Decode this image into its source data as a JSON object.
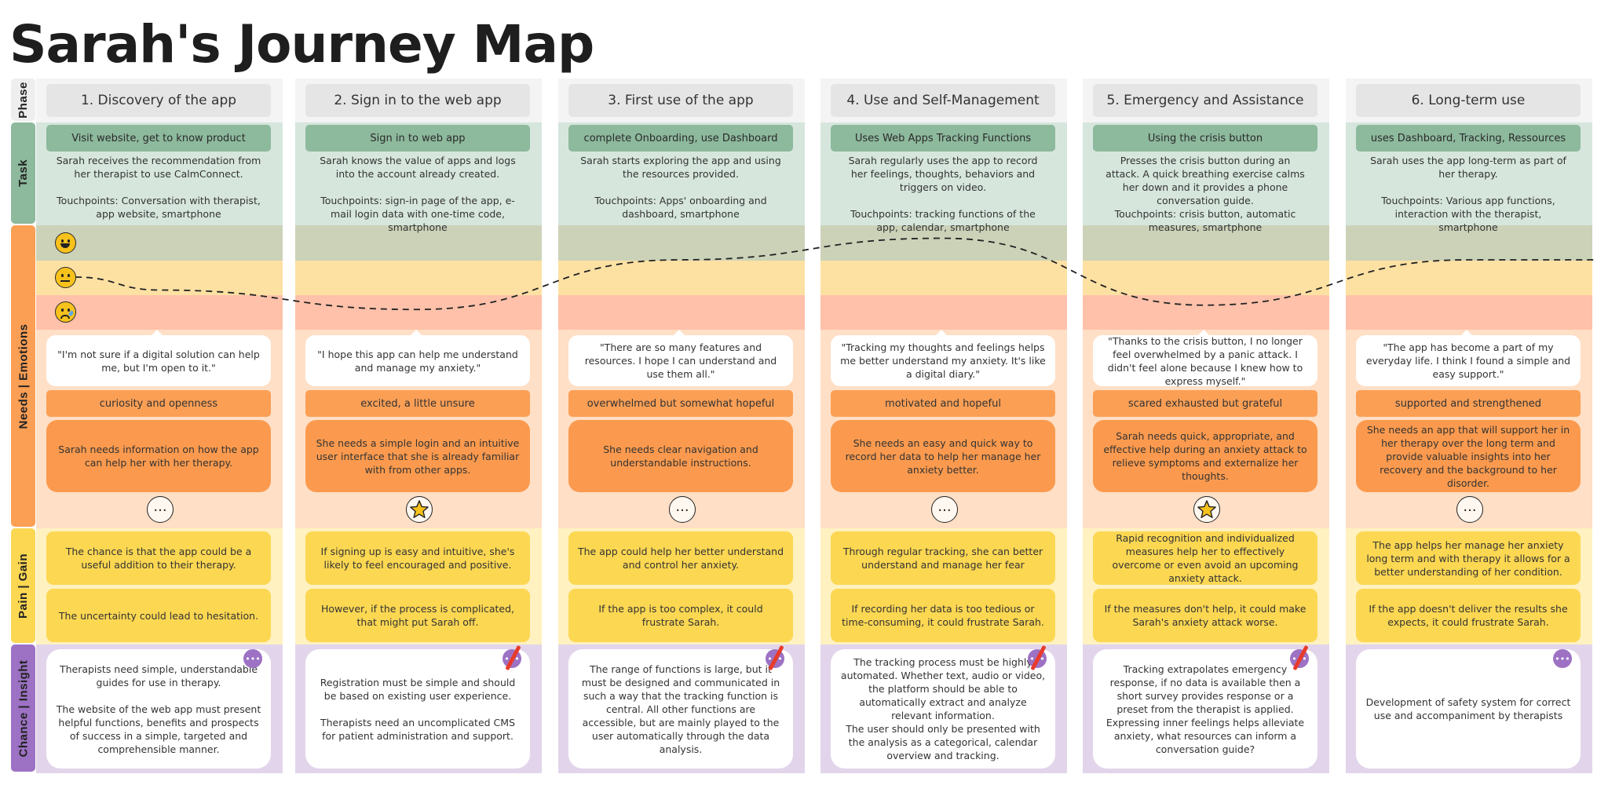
{
  "title": "Sarah's Journey Map",
  "rows": {
    "phase": "Phase",
    "task": "Task",
    "needs": "Needs | Emotions",
    "pain": "Pain | Gain",
    "chance": "Chance | Insight"
  },
  "emotion_scale": [
    "happy-emoji-icon",
    "neutral-emoji-icon",
    "sad-emoji-icon"
  ],
  "colors": {
    "task_header": "#8db99d",
    "feeling_bar": "#fb9f55",
    "needs_box": "#fb9a4e",
    "pain_gain_box": "#fcd752",
    "insight_badge": "#9d72c4",
    "strike_mark": "#e83b2b"
  },
  "emotion_levels": [
    -0.3,
    -0.75,
    0.4,
    0.9,
    -0.65,
    0.4
  ],
  "phases": [
    {
      "name": "1. Discovery of the app",
      "task": "Visit website, get to know product",
      "description": "Sarah receives the recommendation from her therapist to use CalmConnect.\n\nTouchpoints: Conversation with therapist, app website, smartphone",
      "quote": "\"I'm not sure if a digital solution can help me, but I'm open to it.\"",
      "feeling": "curiosity and openness",
      "need": "Sarah needs information on how the app can help her with her therapy.",
      "marker": "ellipsis",
      "gain": "The chance is that the app could be a useful addition to their therapy.",
      "pain": "The uncertainty could lead to hesitation.",
      "insight": "Therapists need simple, understandable guides for use in therapy.\n\nThe website of the web app must present helpful functions, benefits and prospects of success in a simple, targeted and comprehensible manner.",
      "struck": false
    },
    {
      "name": "2. Sign in to the web app",
      "task": "Sign in to web app",
      "description": "Sarah knows the value of apps and logs into the account already created.\n\nTouchpoints: sign-in page of the app, e-mail login data with one-time code, smartphone",
      "quote": "\"I hope this app can help me understand and manage my anxiety.\"",
      "feeling": "excited, a little unsure",
      "need": "She needs a simple login and an intuitive user interface that she is already familiar with from other apps.",
      "marker": "star",
      "gain": "If signing up is easy and intuitive, she's likely to feel encouraged and positive.",
      "pain": "However, if the process is complicated, that might put Sarah off.",
      "insight": "Registration must be simple and should be based on existing user experience.\n\nTherapists need an uncomplicated CMS for patient administration and support.",
      "struck": true
    },
    {
      "name": "3. First use of the app",
      "task": "complete Onboarding, use Dashboard",
      "description": "Sarah starts exploring the app and using the resources provided.\n\nTouchpoints: Apps' onboarding and dashboard, smartphone",
      "quote": "\"There are so many features and resources. I hope I can understand and use them all.\"",
      "feeling": "overwhelmed but somewhat hopeful",
      "need": "She needs clear navigation and understandable instructions.",
      "marker": "ellipsis",
      "gain": "The app could help her better understand and control her anxiety.",
      "pain": "If the app is too complex, it could frustrate Sarah.",
      "insight": "The range of functions is large, but it must be designed and communicated in such a way that the tracking function is central. All other functions are accessible, but are mainly played to the user automatically through the data analysis.",
      "struck": true
    },
    {
      "name": "4. Use and Self-Management",
      "task": "Uses Web Apps Tracking Functions",
      "description": "Sarah regularly uses the app to record her feelings, thoughts, behaviors and triggers on video.\n\nTouchpoints: tracking functions of the app, calendar, smartphone",
      "quote": "\"Tracking my thoughts and feelings helps me better understand my anxiety. It's like a digital diary.\"",
      "feeling": "motivated and hopeful",
      "need": "She needs an easy and quick way to record her data to help her manage her anxiety better.",
      "marker": "ellipsis",
      "gain": "Through regular tracking, she can better understand and manage her fear",
      "pain": "If recording her data is too tedious or time-consuming, it could frustrate Sarah.",
      "insight": "The tracking process must be highly automated. Whether text, audio or video, the platform should be able to automatically extract and analyze relevant information.\nThe user should only be presented with the analysis as a categorical, calendar overview and tracking.",
      "struck": true
    },
    {
      "name": "5. Emergency and Assistance",
      "task": "Using the crisis button",
      "description": "Presses the crisis button during an attack. A quick breathing exercise calms her down and it provides a phone conversation guide.\nTouchpoints: crisis button, automatic measures, smartphone",
      "quote": "\"Thanks to the crisis button, I no longer feel overwhelmed by a panic attack. I didn't feel alone because I knew how to express myself.\"",
      "feeling": "scared exhausted but grateful",
      "need": "Sarah needs quick, appropriate, and effective help during an anxiety attack to relieve symptoms and externalize her thoughts.",
      "marker": "star",
      "gain": "Rapid recognition and individualized measures help her to effectively overcome or even avoid an upcoming anxiety attack.",
      "pain": "If the measures don't help, it could make Sarah's anxiety attack worse.",
      "insight": "Tracking extrapolates emergency response, if no data is available then a short survey provides response or a preset from the therapist is applied.\nExpressing inner feelings helps alleviate anxiety, what resources can inform a conversation guide?",
      "struck": true
    },
    {
      "name": "6. Long-term use",
      "task": "uses Dashboard, Tracking, Ressources",
      "description": "Sarah uses the app long-term as part of her therapy.\n\nTouchpoints: Various app functions, interaction with the therapist, smartphone",
      "quote": "\"The app has become a part of my everyday life. I think I found a simple and easy support.\"",
      "feeling": "supported and strengthened",
      "need": "She needs an app that will support her in her therapy over the long term and provide valuable insights into her recovery and the background to her disorder.",
      "marker": "ellipsis",
      "gain": "The app helps her manage her anxiety long term and with therapy it allows for a better understanding of her condition.",
      "pain": "If the app doesn't deliver the results she expects, it could frustrate Sarah.",
      "insight": "Development of safety system for correct use and accompaniment by therapists",
      "struck": false
    }
  ]
}
